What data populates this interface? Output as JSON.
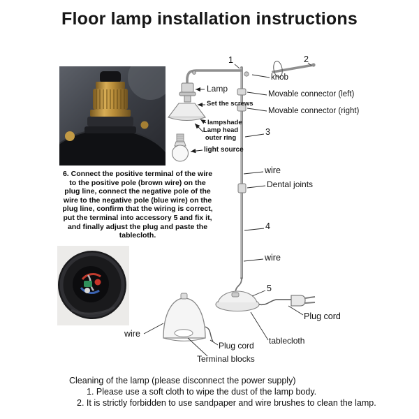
{
  "title": "Floor lamp installation instructions",
  "diagram_labels": {
    "num1": "1",
    "num2": "2",
    "knob": "knob",
    "lamp": "Lamp",
    "movable_connector_left": "Movable connector (left)",
    "set_the_screws": "Set the screws",
    "movable_connector_right": "Movable connector (right)",
    "lampshade": "lampshade",
    "lamp_head_outer_ring": "Lamp head outer ring",
    "light_source": "light source",
    "num3": "3",
    "wire_upper": "wire",
    "dental_joints": "Dental joints",
    "num4": "4",
    "wire_lower": "wire",
    "num5": "5",
    "plug_cord_right": "Plug cord",
    "tablecloth": "tablecloth",
    "wire_base": "wire",
    "plug_cord_base": "Plug cord",
    "terminal_blocks": "Terminal blocks"
  },
  "step6": "6. Connect the positive terminal of the wire to the positive pole (brown wire) on the plug line, connect the negative pole of the wire to the negative pole (blue wire) on the plug line, confirm that the wiring is correct, put the terminal into accessory 5 and fix it, and finally adjust the plug and paste the tablecloth.",
  "cleaning": {
    "heading": "Cleaning of the lamp (please disconnect the power supply)",
    "step1": "1. Please use a soft cloth to wipe the dust of the lamp body.",
    "step2": "2. It is strictly forbidden to use sandpaper and wire brushes to clean the lamp."
  }
}
